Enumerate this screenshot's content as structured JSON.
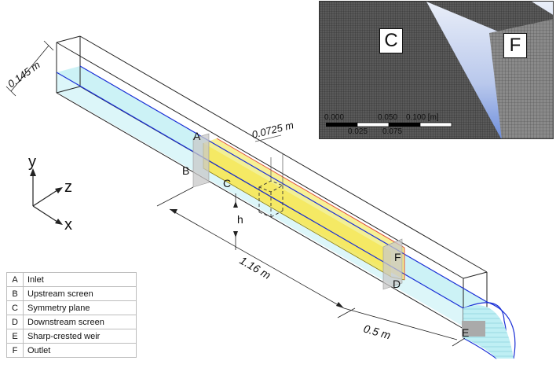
{
  "labels": {
    "A": "A",
    "B": "B",
    "C": "C",
    "D": "D",
    "E": "E",
    "F": "F"
  },
  "dimensions": {
    "width": "0.145 m",
    "half_width": "0.0725 m",
    "length_upstream": "1.16 m",
    "length_downstream": "0.5 m",
    "height_symbol": "h"
  },
  "axes": {
    "y": "y",
    "z": "z",
    "x": "x"
  },
  "inset": {
    "label_c": "C",
    "label_f": "F",
    "scale_top": [
      "0.000",
      "0.050",
      "0.100 [m]"
    ],
    "scale_bottom": [
      "0.025",
      "0.075"
    ]
  },
  "legend": [
    {
      "key": "A",
      "desc": "Inlet"
    },
    {
      "key": "B",
      "desc": "Upstream screen"
    },
    {
      "key": "C",
      "desc": "Symmetry plane"
    },
    {
      "key": "D",
      "desc": "Downstream screen"
    },
    {
      "key": "E",
      "desc": "Sharp-crested weir"
    },
    {
      "key": "F",
      "desc": "Outlet"
    }
  ],
  "colors": {
    "water": "#bfeff4",
    "symmetry_plane": "#f7f08a",
    "free_surface_edge": "#1a2fd6",
    "plane_edge": "#e0503c",
    "screen": "#c8c8c8"
  }
}
